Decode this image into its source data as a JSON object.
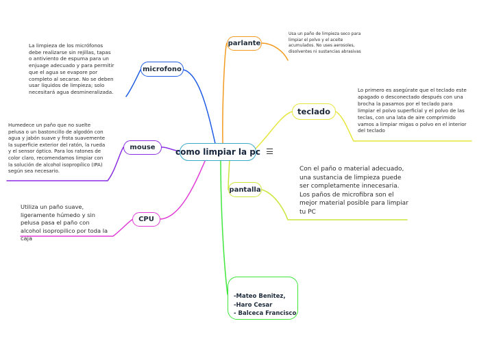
{
  "center": {
    "label": "como limpiar la pc"
  },
  "branches": {
    "microfono": {
      "label": "microfono",
      "color": "#1e5ce6",
      "note": "La limpieza de los micrófonos debe realizarse sin rejillas, tapas o antiviento de espuma para un enjuage adecuado y para permitir que el agua se evapore por completo al secarse. No se deben usar líquidos de limpieza; solo necesitará agua desmineralizada."
    },
    "mouse": {
      "label": "mouse",
      "color": "#8a2be2",
      "note": "Humedece un paño que no suelte pelusa o un bastoncillo de algodón con agua y jabón suave y frota suavemente la superficie exterior del ratón, la rueda y el sensor óptico. Para los ratones de color claro, recomendamos limpiar con la solución de alcohol isopropílico (IPA) según sea necesario."
    },
    "cpu": {
      "label": "CPU",
      "color": "#e03ad6",
      "note": "Utiliza un paño suave, ligeramente húmedo y sin pelusa pasa el paño con alcohol isopropilico por toda la caja"
    },
    "parlante": {
      "label": "parlante",
      "color": "#f29a1e",
      "note": "Usa un paño de limpieza seco para limpiar el polvo y el aceite acumulados. No uses aerosoles, disolventes ni sustancias abrasivas"
    },
    "teclado": {
      "label": "teclado",
      "color": "#e6e63a",
      "note": "Lo primero es asegúrate que el teclado este apagado o desconectado después con una brocha la pasamos por el teclado para limpiar el polvo superficial y el polvo de las teclas, con una lata de aire comprimido vamos a limpiar migas o polvo en el interior del teclado"
    },
    "pantalla": {
      "label": "pantalla",
      "color": "#c8e63a",
      "note": "Con el paño o material adecuado, una sustancia de limpieza puede ser completamente innecesaria. Los paños de microfibra son el mejor material posible para limpiar tu PC"
    },
    "autores": {
      "color": "#3ee63a",
      "names": [
        "-Mateo Benitez,",
        "-Haro Cesar",
        "- Balceca Francisco"
      ]
    }
  },
  "center_color": "#38a9c9"
}
